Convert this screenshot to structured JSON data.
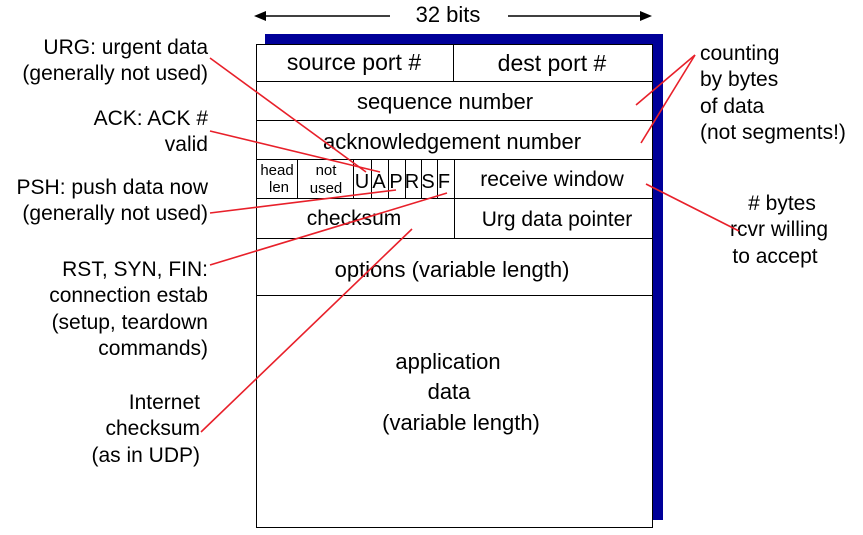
{
  "width_label": "32 bits",
  "fields": {
    "source_port": "source port #",
    "dest_port": "dest port #",
    "sequence_number": "sequence number",
    "acknowledgement_number": "acknowledgement number",
    "head_len": [
      "head",
      "len"
    ],
    "not_used": [
      "not",
      "used"
    ],
    "flags": [
      "U",
      "A",
      "P",
      "R",
      "S",
      "F"
    ],
    "receive_window": "receive window",
    "checksum": "checksum",
    "urg_data_pointer": "Urg data pointer",
    "options": "options (variable length)",
    "application_data": [
      "application",
      "data",
      "(variable length)"
    ]
  },
  "annotations_left": {
    "urg": [
      "URG: urgent data",
      "(generally not used)"
    ],
    "ack": [
      "ACK: ACK #",
      "valid"
    ],
    "psh": [
      "PSH: push data now",
      "(generally not used)"
    ],
    "rst_syn_fin": [
      "RST, SYN, FIN:",
      "connection estab",
      "(setup, teardown",
      "commands)"
    ],
    "internet_checksum": [
      "Internet",
      "checksum",
      "(as in UDP)"
    ]
  },
  "annotations_right": {
    "counting": [
      "counting",
      "by bytes",
      "of data",
      "(not segments!)"
    ],
    "bytes_willing": [
      "# bytes",
      "rcvr willing",
      "to accept"
    ]
  },
  "colors": {
    "shadow": "#000099",
    "callout_line": "#e8202a",
    "text": "#000000"
  }
}
